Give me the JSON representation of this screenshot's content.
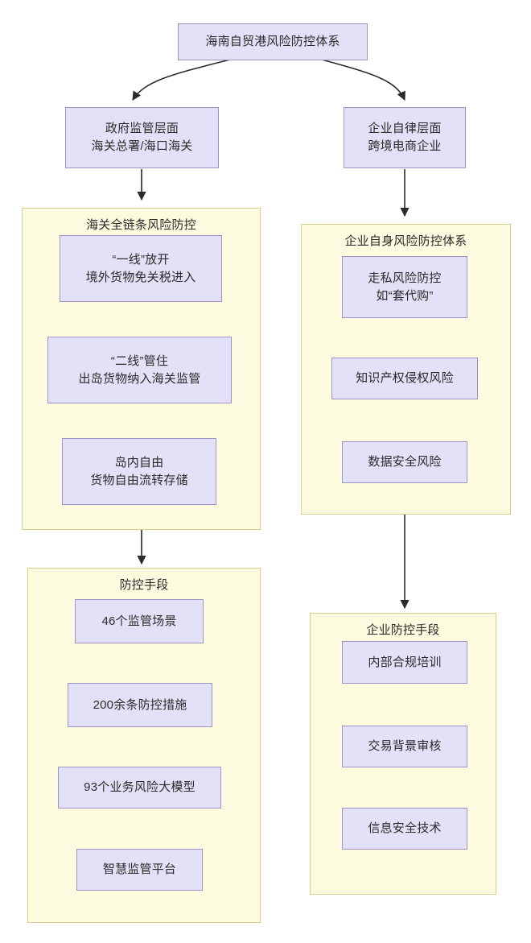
{
  "diagram": {
    "title": "海南自贸港风险防控体系",
    "colors": {
      "node_fill": "#e2e1f7",
      "node_border": "#9e93c4",
      "group_fill": "#fcfadf",
      "group_border": "#d6d08a",
      "edge": "#2b2b2b",
      "text": "#2b2b2b",
      "background": "#ffffff"
    },
    "root": {
      "label": "海南自贸港风险防控体系"
    },
    "branches": [
      {
        "id": "government",
        "line1": "政府监管层面",
        "line2": "海关总署/海口海关"
      },
      {
        "id": "enterprise",
        "line1": "企业自律层面",
        "line2": "跨境电商企业"
      }
    ],
    "groups": [
      {
        "id": "customs-chain",
        "title": "海关全链条风险防控",
        "items": [
          {
            "line1": "“一线”放开",
            "line2": "境外货物免关税进入"
          },
          {
            "line1": "“二线”管住",
            "line2": "出岛货物纳入海关监管"
          },
          {
            "line1": "岛内自由",
            "line2": "货物自由流转存储"
          }
        ]
      },
      {
        "id": "enterprise-risk-system",
        "title": "企业自身风险防控体系",
        "items": [
          {
            "line1": "走私风险防控",
            "line2": "如“套代购”"
          },
          {
            "line1": "知识产权侵权风险",
            "line2": ""
          },
          {
            "line1": "数据安全风险",
            "line2": ""
          }
        ]
      },
      {
        "id": "control-measures",
        "title": "防控手段",
        "items": [
          {
            "line1": "46个监管场景",
            "line2": ""
          },
          {
            "line1": "200余条防控措施",
            "line2": ""
          },
          {
            "line1": "93个业务风险大模型",
            "line2": ""
          },
          {
            "line1": "智慧监管平台",
            "line2": ""
          }
        ]
      },
      {
        "id": "enterprise-measures",
        "title": "企业防控手段",
        "items": [
          {
            "line1": "内部合规培训",
            "line2": ""
          },
          {
            "line1": "交易背景审核",
            "line2": ""
          },
          {
            "line1": "信息安全技术",
            "line2": ""
          }
        ]
      }
    ]
  }
}
